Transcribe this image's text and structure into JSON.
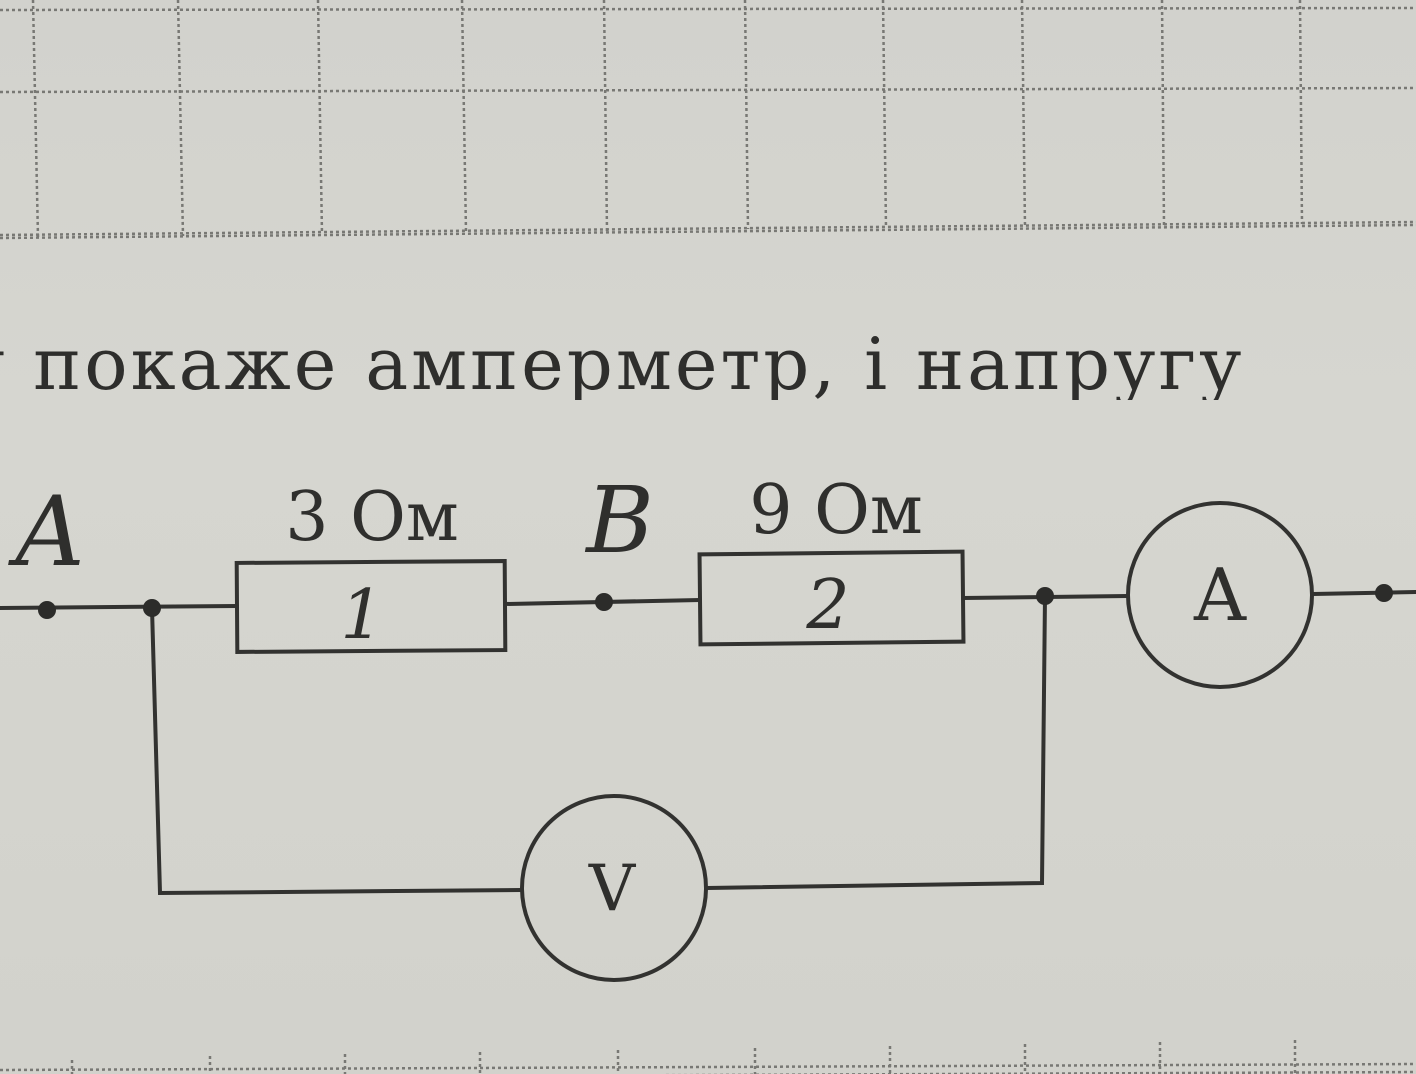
{
  "text": {
    "task_line": "у покаже амперметр, і напругу"
  },
  "circuit": {
    "point_a_label": "A",
    "point_b_label": "B",
    "resistor_1": {
      "value_label": "3 Ом",
      "number_label": "1"
    },
    "resistor_2": {
      "value_label": "9 Ом",
      "number_label": "2"
    },
    "ammeter_label": "A",
    "voltmeter_label": "V"
  },
  "colors": {
    "paper": "#d3d3ce",
    "ink": "#2f2f2d",
    "grid": "#7a7a76"
  }
}
